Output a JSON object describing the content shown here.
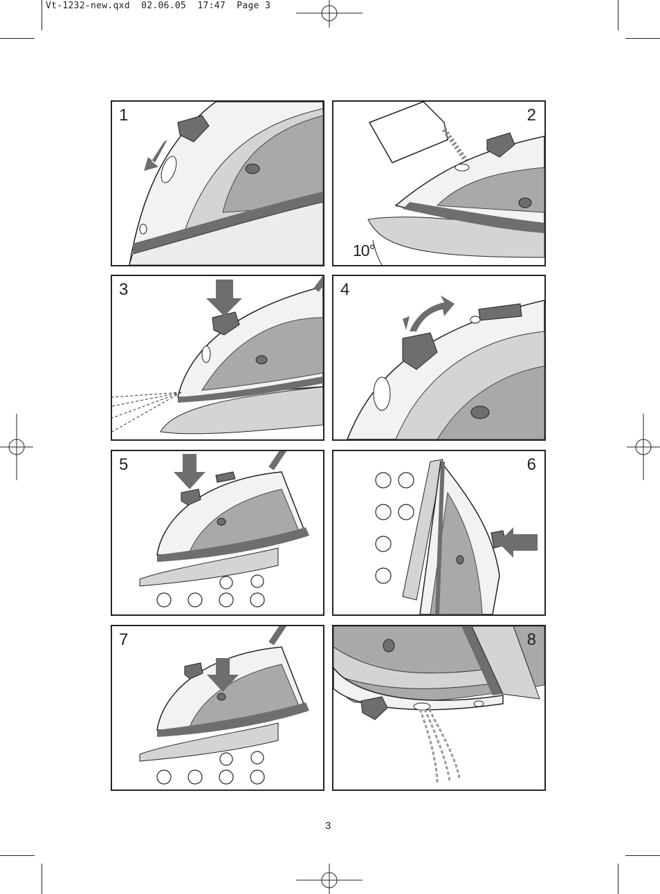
{
  "slug": "Vt-1232-new.qxd  02.06.05  17:47  Page 3",
  "steps": [
    {
      "number": "1",
      "illustration": "iron-water-cap-open"
    },
    {
      "number": "2",
      "illustration": "iron-filling-water",
      "angle_label": "10°"
    },
    {
      "number": "3",
      "illustration": "iron-spray-button"
    },
    {
      "number": "4",
      "illustration": "iron-steam-dial"
    },
    {
      "number": "5",
      "illustration": "iron-steam-burst"
    },
    {
      "number": "6",
      "illustration": "iron-vertical-steam"
    },
    {
      "number": "7",
      "illustration": "iron-self-clean"
    },
    {
      "number": "8",
      "illustration": "iron-draining-water"
    }
  ],
  "colors": {
    "dark_gray": "#6e6e6e",
    "mid_gray": "#a9a9a9",
    "light_gray": "#d4d4d4",
    "line": "#222222"
  },
  "page_number": "3"
}
